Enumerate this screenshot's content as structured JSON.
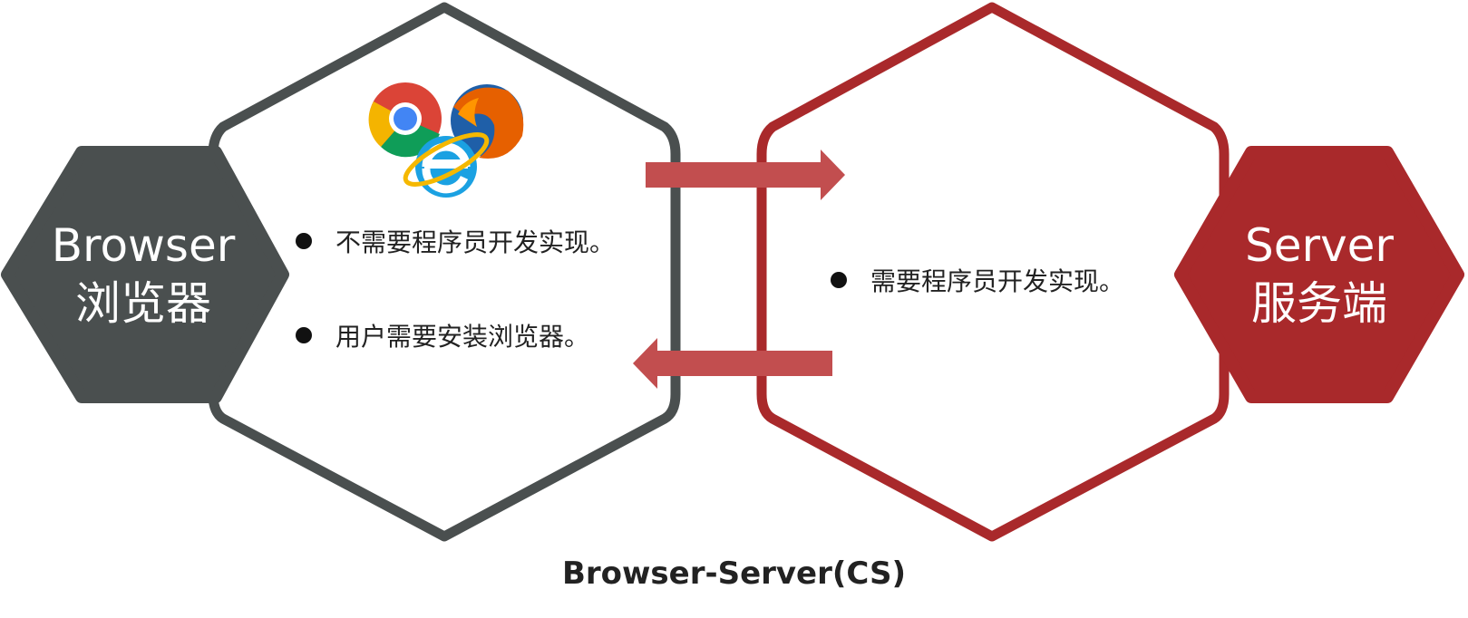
{
  "colors": {
    "browser": "#4a4f4f",
    "server": "#a9292b",
    "arrow": "#c24e4f",
    "text": "#222222"
  },
  "browser_node": {
    "title": "Browser",
    "subtitle": "浏览器",
    "icons": [
      "chrome-icon",
      "firefox-icon",
      "internet-explorer-icon"
    ],
    "points": [
      "不需要程序员开发实现。",
      "用户需要安装浏览器。"
    ]
  },
  "server_node": {
    "title": "Server",
    "subtitle": "服务端",
    "points": [
      "需要程序员开发实现。"
    ]
  },
  "caption": "Browser-Server(CS)"
}
